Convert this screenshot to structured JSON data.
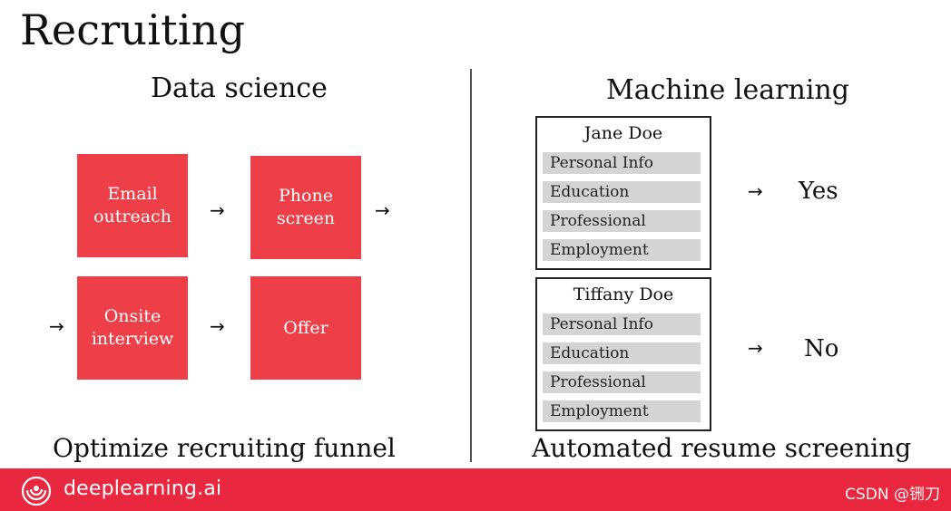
{
  "slide": {
    "title": "Recruiting"
  },
  "left_section": {
    "heading": "Data science",
    "steps": [
      {
        "label_lines": [
          "Email",
          "outreach"
        ]
      },
      {
        "label_lines": [
          "Phone",
          "screen"
        ]
      },
      {
        "label_lines": [
          "Onsite",
          "interview"
        ]
      },
      {
        "label_lines": [
          "Offer"
        ]
      }
    ],
    "arrow_glyph": "→",
    "caption": "Optimize recruiting funnel"
  },
  "right_section": {
    "heading": "Machine learning",
    "resumes": [
      {
        "name": "Jane Doe",
        "fields": [
          "Personal Info",
          "Education",
          "Professional",
          "Employment"
        ],
        "decision": "Yes"
      },
      {
        "name": "Tiffany Doe",
        "fields": [
          "Personal Info",
          "Education",
          "Professional",
          "Employment"
        ],
        "decision": "No"
      }
    ],
    "caption": "Automated resume screening"
  },
  "footer": {
    "brand": "deeplearning.ai",
    "watermark": "CSDN @铏刀",
    "colors": {
      "background": "#e9283f",
      "text": "#ffffff"
    }
  },
  "colors": {
    "step_box": "#ee3f48",
    "field_bg": "#d4d4d4"
  }
}
